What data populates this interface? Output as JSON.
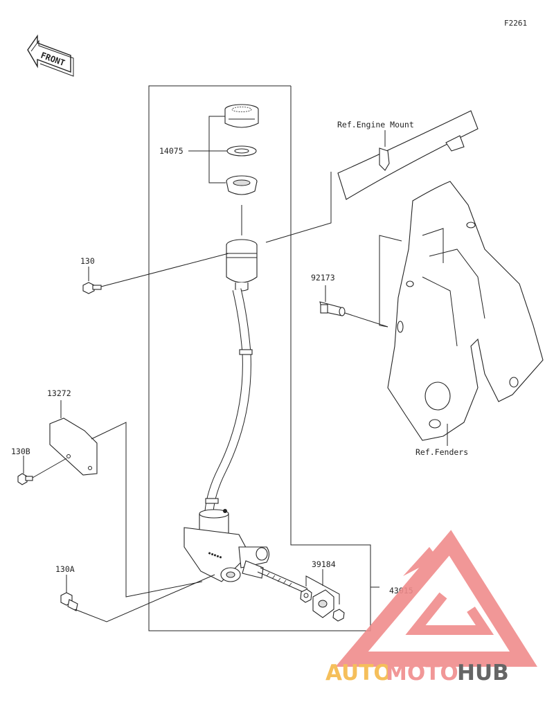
{
  "diagram_code": "F2261",
  "front_label": "FRONT",
  "callouts": {
    "p14075": "14075",
    "p130": "130",
    "p92173": "92173",
    "p13272": "13272",
    "p130B": "130B",
    "p130A": "130A",
    "p39184": "39184",
    "p43015": "43015"
  },
  "references": {
    "engine_mount": "Ref.Engine Mount",
    "fenders": "Ref.Fenders"
  },
  "watermark": {
    "part1": "AUTO",
    "part2": "MOTO",
    "part3": "HUB",
    "color_primary": "#f08c8c",
    "color_secondary": "#f5b94a",
    "color_tertiary": "#555555"
  }
}
